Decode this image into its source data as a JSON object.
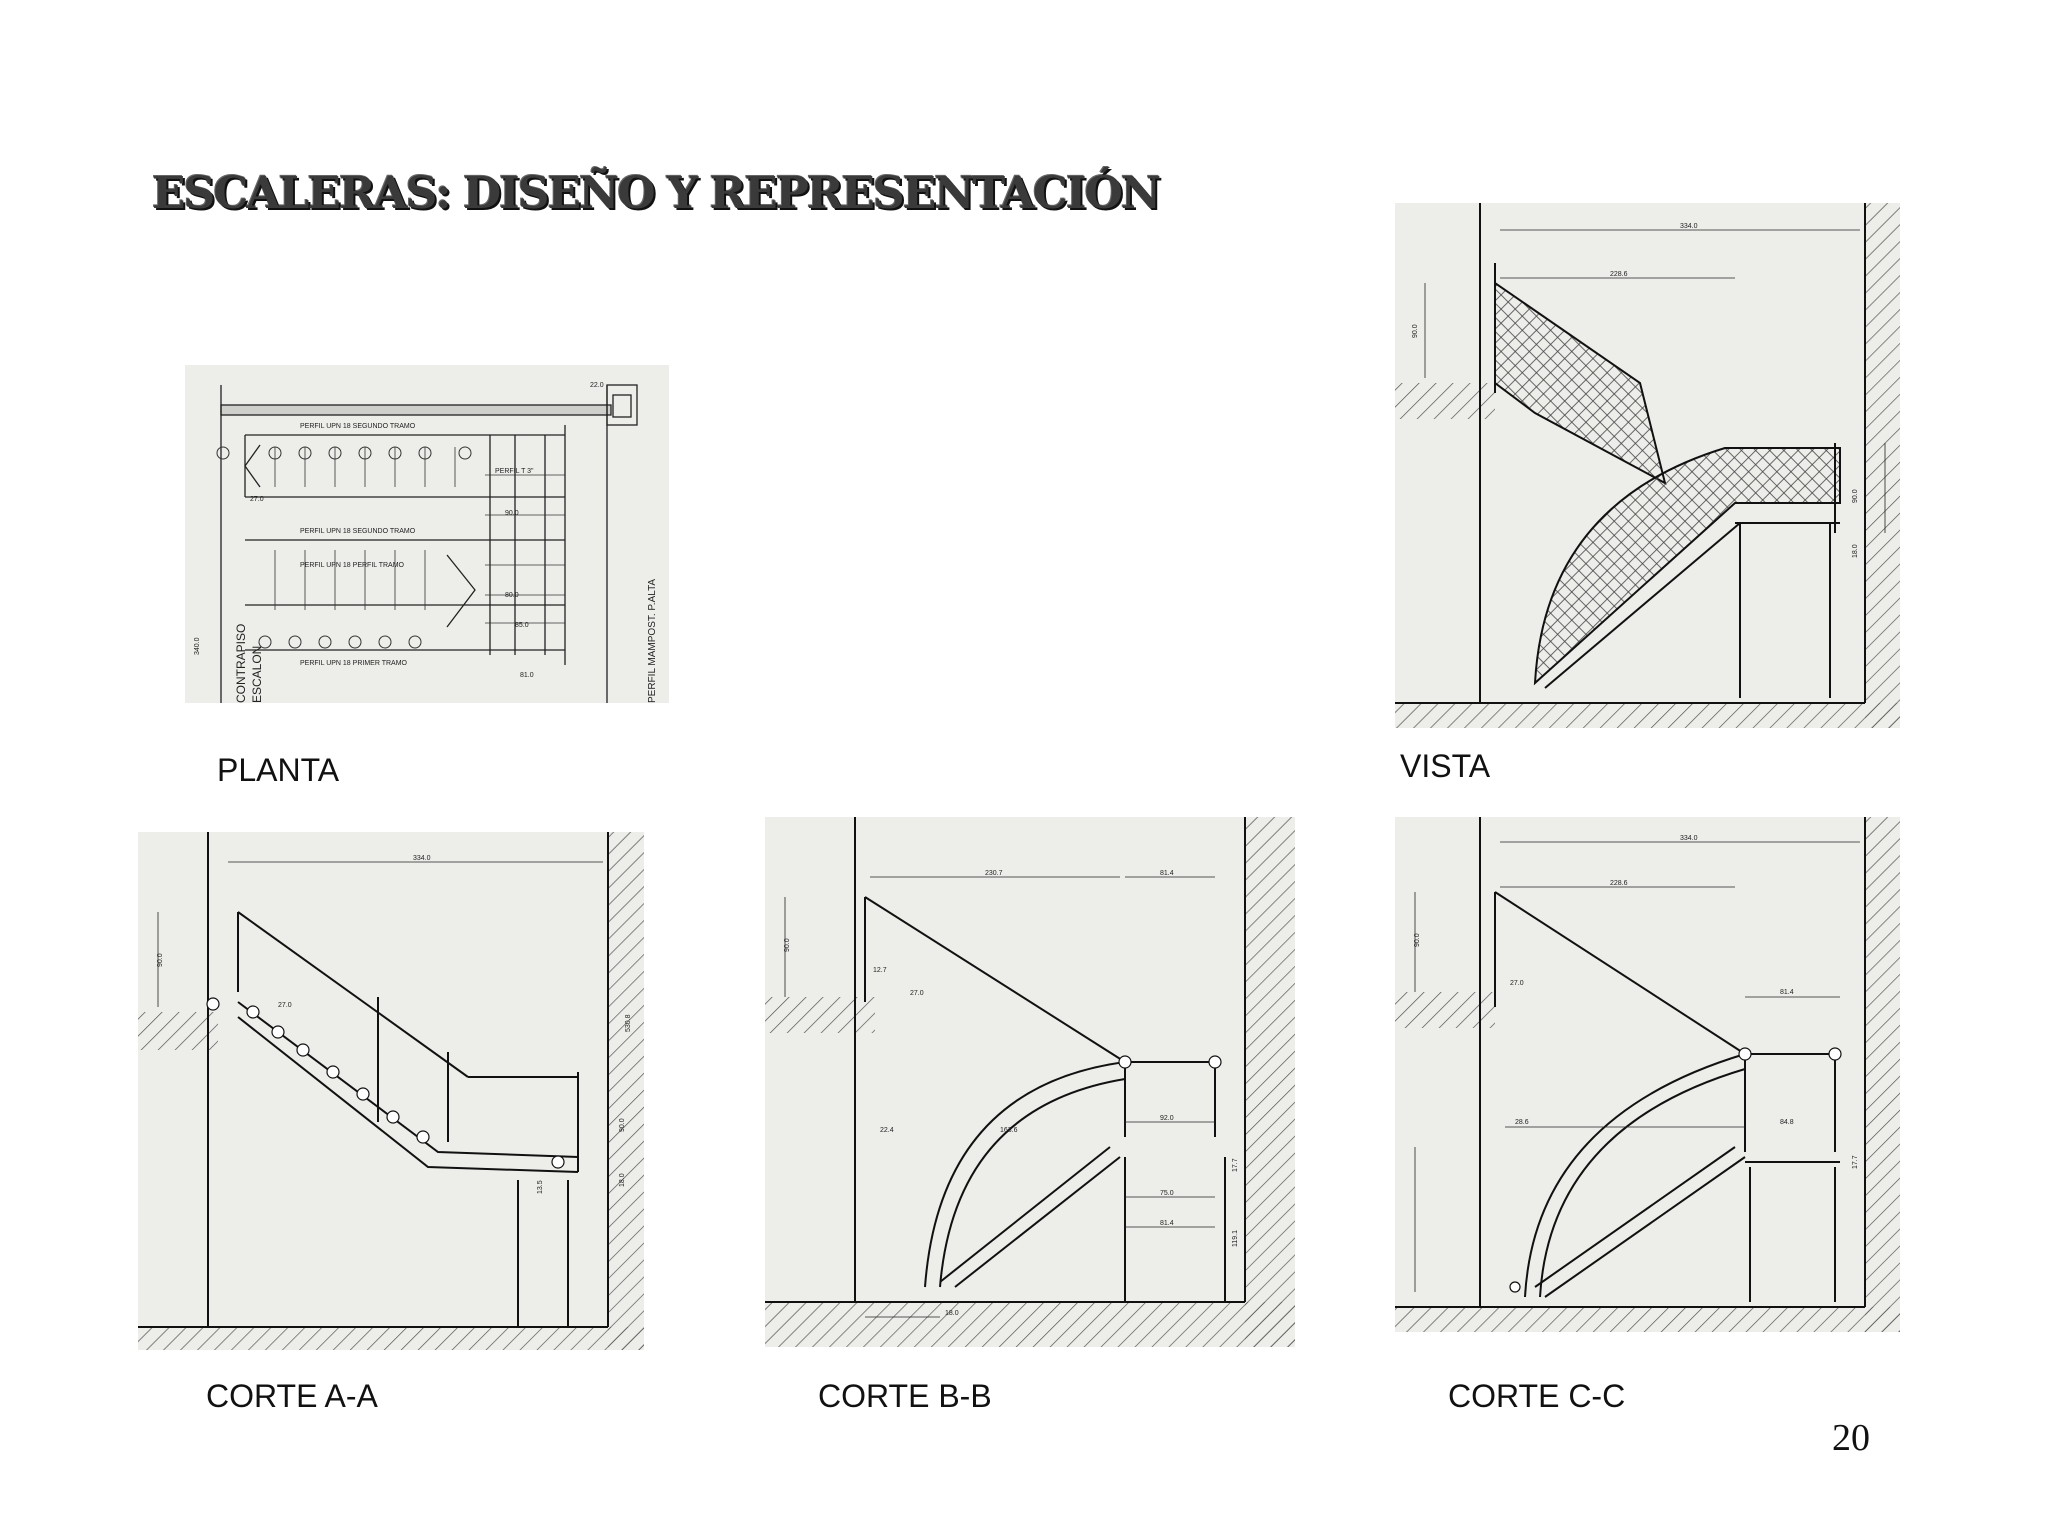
{
  "slide": {
    "title": "ESCALERAS: DISEÑO Y REPRESENTACIÓN",
    "page_number": "20"
  },
  "captions": {
    "planta": "PLANTA",
    "vista": "VISTA",
    "corte_aa": "CORTE A-A",
    "corte_bb": "CORTE B-B",
    "corte_cc": "CORTE C-C"
  },
  "planta_labels": {
    "segundo_tramo": "PERFIL UPN 18 SEGUNDO TRAMO",
    "segundo_tramo_2": "PERFIL UPN 18 SEGUNDO TRAMO",
    "primer_tramo_top": "PERFIL UPN 18 PERFIL TRAMO",
    "primer_tramo": "PERFIL UPN 18 PRIMER TRAMO",
    "perfil_t": "PERFIL T 3\"",
    "contrapiso": "CONTRAPISO",
    "escalon": "ESCALON",
    "mampost": "PERFIL MAMPOST. P.ALTA",
    "dim_81": "81.0",
    "dim_340": "340.0",
    "dim_22": "22.0",
    "dim_85": "85.0",
    "dim_90": "90.0",
    "dim_80": "80.0",
    "step_width": "27.0"
  },
  "vista_labels": {
    "dim_334": "334.0",
    "dim_228": "228.6",
    "dim_90": "90.0",
    "dim_90b": "90.0",
    "dim_18": "18.0"
  },
  "corte_aa_labels": {
    "dim_334": "334.0",
    "dim_90": "90.0",
    "dim_27": "27.0",
    "dim_530": "530.8",
    "dim_90b": "90.0",
    "dim_18": "18.0",
    "dim_13": "13.5"
  },
  "corte_bb_labels": {
    "dim_230": "230.7",
    "dim_81": "81.4",
    "dim_90": "90.0",
    "dim_12": "12.7",
    "dim_27": "27.0",
    "dim_75": "75.0",
    "dim_81b": "81.4",
    "dim_92": "92.0",
    "dim_22": "22.4",
    "dim_18": "18.0",
    "dim_163": "163.6",
    "dim_119": "119.1",
    "dim_17": "17.7"
  },
  "corte_cc_labels": {
    "dim_334": "334.0",
    "dim_228": "228.6",
    "dim_90": "90.0",
    "dim_27": "27.0",
    "dim_81": "81.4",
    "dim_84": "84.8",
    "dim_28": "28.6",
    "dim_17": "17.7"
  }
}
